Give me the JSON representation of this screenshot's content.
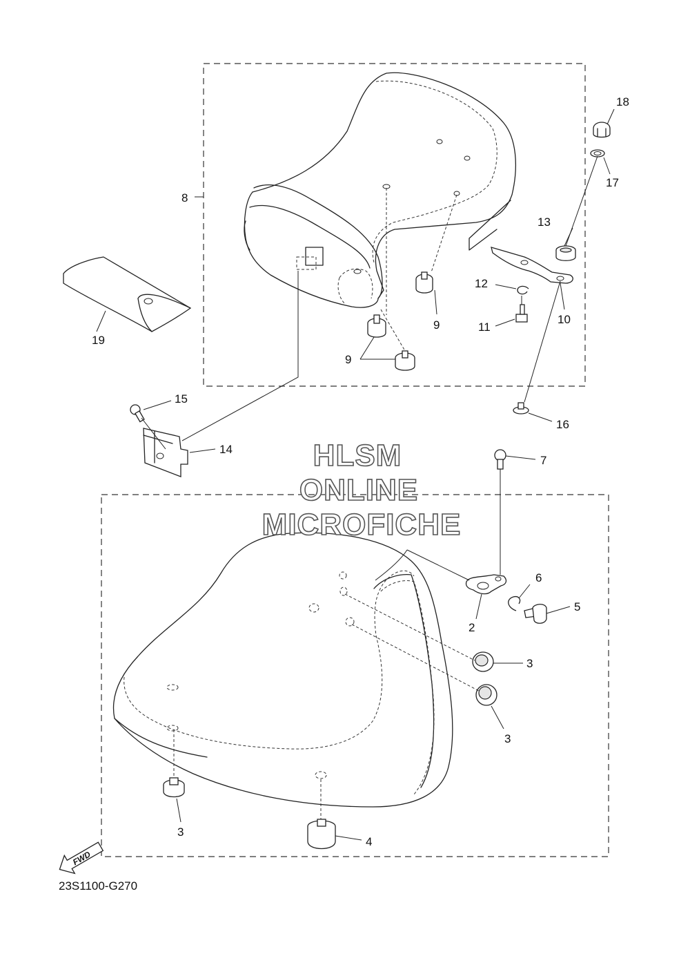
{
  "watermark": {
    "line1": "HLSM",
    "line2": "ONLINE",
    "line3": "MICROFICHE"
  },
  "diagram_code": "23S1100-G270",
  "fwd_label": "FWD",
  "callouts": {
    "c2": "2",
    "c3a": "3",
    "c3b": "3",
    "c3c": "3",
    "c4": "4",
    "c5": "5",
    "c6": "6",
    "c7": "7",
    "c8": "8",
    "c9a": "9",
    "c9b": "9",
    "c10": "10",
    "c11": "11",
    "c12": "12",
    "c13": "13",
    "c14": "14",
    "c15": "15",
    "c16": "16",
    "c17": "17",
    "c18": "18",
    "c19": "19"
  }
}
